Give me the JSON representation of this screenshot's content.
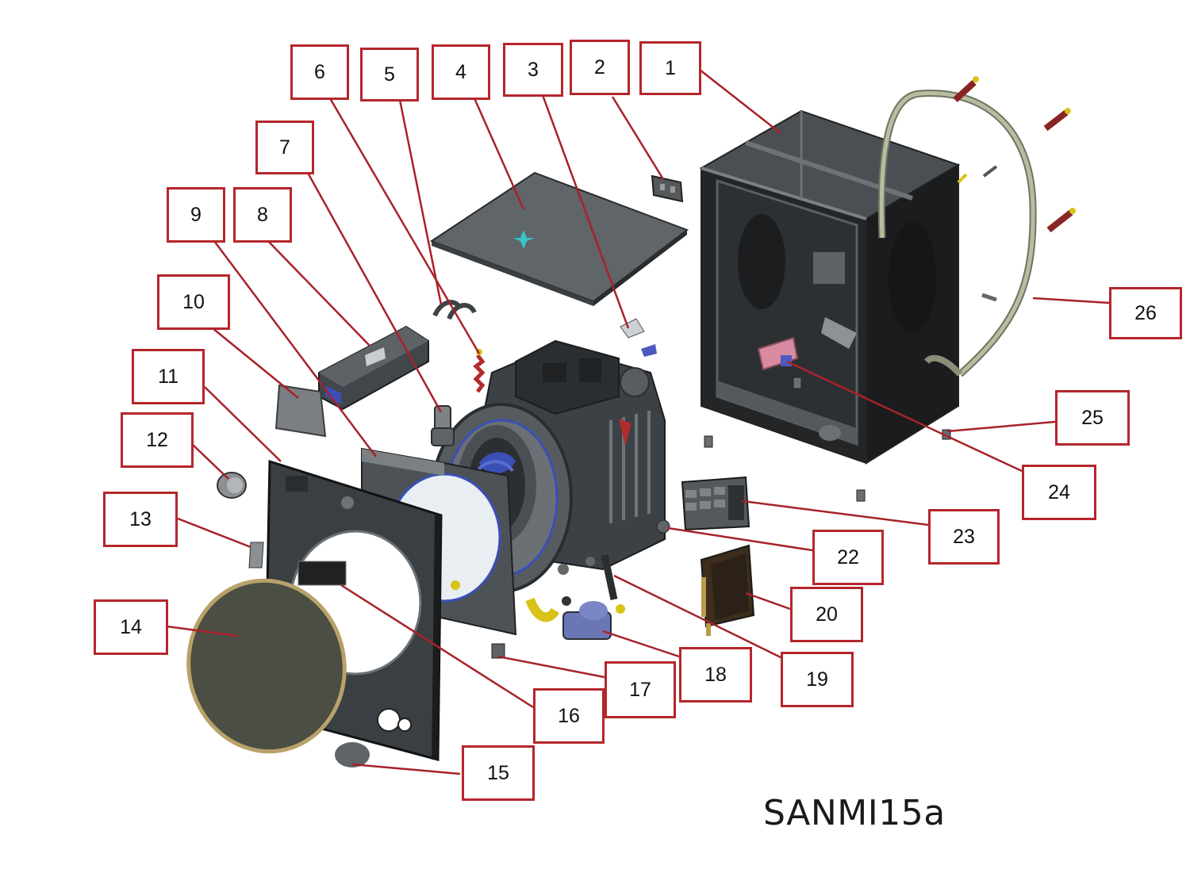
{
  "diagram": {
    "model_code": "SANMI15a",
    "callouts": [
      {
        "label": "1",
        "part": "cabinet-frame"
      },
      {
        "label": "2",
        "part": "top-bracket"
      },
      {
        "label": "3",
        "part": "clip"
      },
      {
        "label": "4",
        "part": "top-cover-panel"
      },
      {
        "label": "5",
        "part": "hinge-clip"
      },
      {
        "label": "6",
        "part": "spring"
      },
      {
        "label": "7",
        "part": "door-lock"
      },
      {
        "label": "8",
        "part": "control-board"
      },
      {
        "label": "9",
        "part": "front-support-panel"
      },
      {
        "label": "10",
        "part": "display-cover"
      },
      {
        "label": "11",
        "part": "front-panel"
      },
      {
        "label": "12",
        "part": "program-knob"
      },
      {
        "label": "13",
        "part": "detergent-latch"
      },
      {
        "label": "14",
        "part": "door-glass"
      },
      {
        "label": "15",
        "part": "foot-cap"
      },
      {
        "label": "16",
        "part": "door-seal-clamp"
      },
      {
        "label": "17",
        "part": "adjustable-foot"
      },
      {
        "label": "18",
        "part": "drain-pump"
      },
      {
        "label": "19",
        "part": "drain-hose"
      },
      {
        "label": "20",
        "part": "motor-control-module"
      },
      {
        "label": "22",
        "part": "filter-capacitor"
      },
      {
        "label": "23",
        "part": "terminal-block"
      },
      {
        "label": "24",
        "part": "water-inlet-valve"
      },
      {
        "label": "25",
        "part": "leveling-foot"
      },
      {
        "label": "26",
        "part": "supply-hose"
      }
    ],
    "colors": {
      "callout_border": "#b5262b",
      "leader_line": "#a8222a",
      "part_body": "#3f4448",
      "part_dark": "#1d1f21",
      "part_light": "#777d82",
      "accent_blue": "#3a4fb8",
      "accent_yellow": "#d9c21a",
      "accent_red": "#b32b2b",
      "accent_pink": "#d88aa0",
      "hose_green": "#a7ad8f"
    }
  }
}
